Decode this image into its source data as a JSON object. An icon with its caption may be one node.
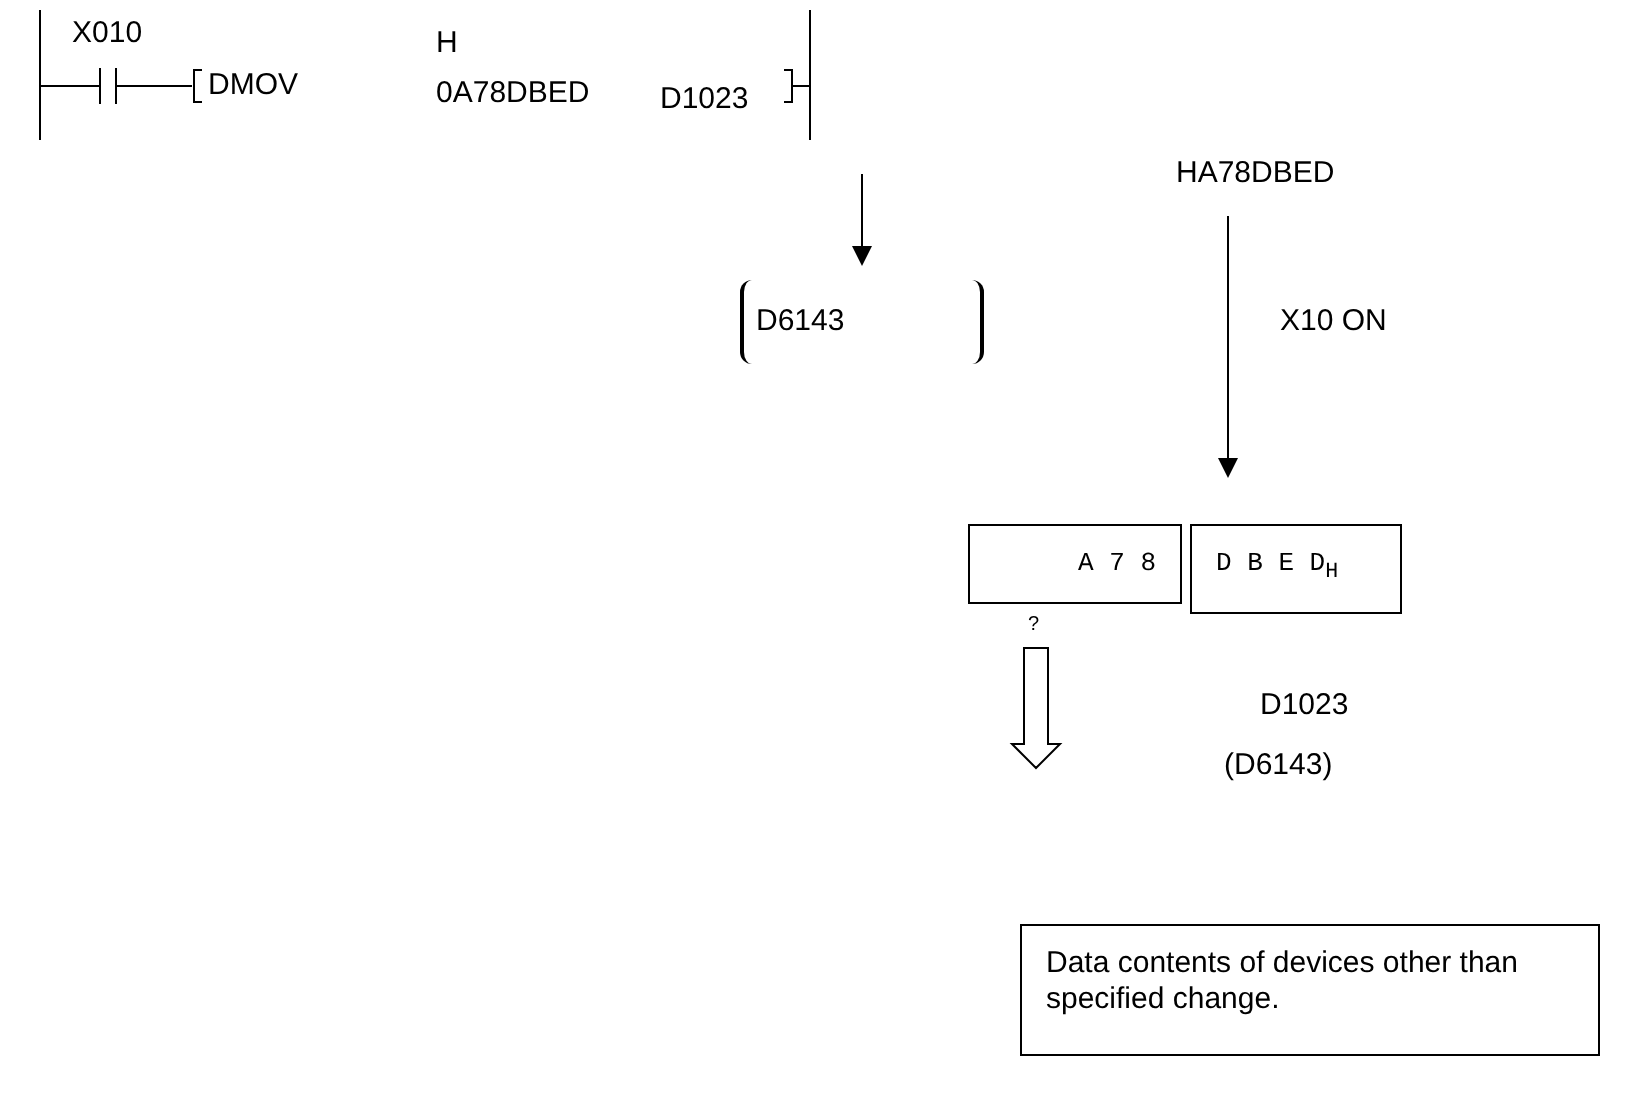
{
  "diagram": {
    "nodes": [
      {
        "text": [
          "D1023"
        ]
      },
      {
        "text": [
          "D6143"
        ]
      },
      {
        "text": [
          "HA78DBED"
        ]
      },
      {
        "text": [
          "A 7 8"
        ]
      },
      {
        "text": [
          "D B E D$_{H}$"
        ]
      },
      {
        "text": [
          "Data contents of devices other than specified change."
        ]
      }
    ],
    "edges": [
      {
        "from": 0,
        "to": 1,
        "arrow": "to"
      },
      {
        "from": 2,
        "to": 4,
        "arrow": "to",
        "label": "X10 ON"
      },
      {
        "from": 3,
        "to": null,
        "arrow": "to",
        "style": "thick",
        "label": "?"
      }
    ],
    "labels": [
      "X010",
      "DMOV",
      "H 0A78DBED",
      "D1023",
      "(D6143)"
    ]
  }
}
